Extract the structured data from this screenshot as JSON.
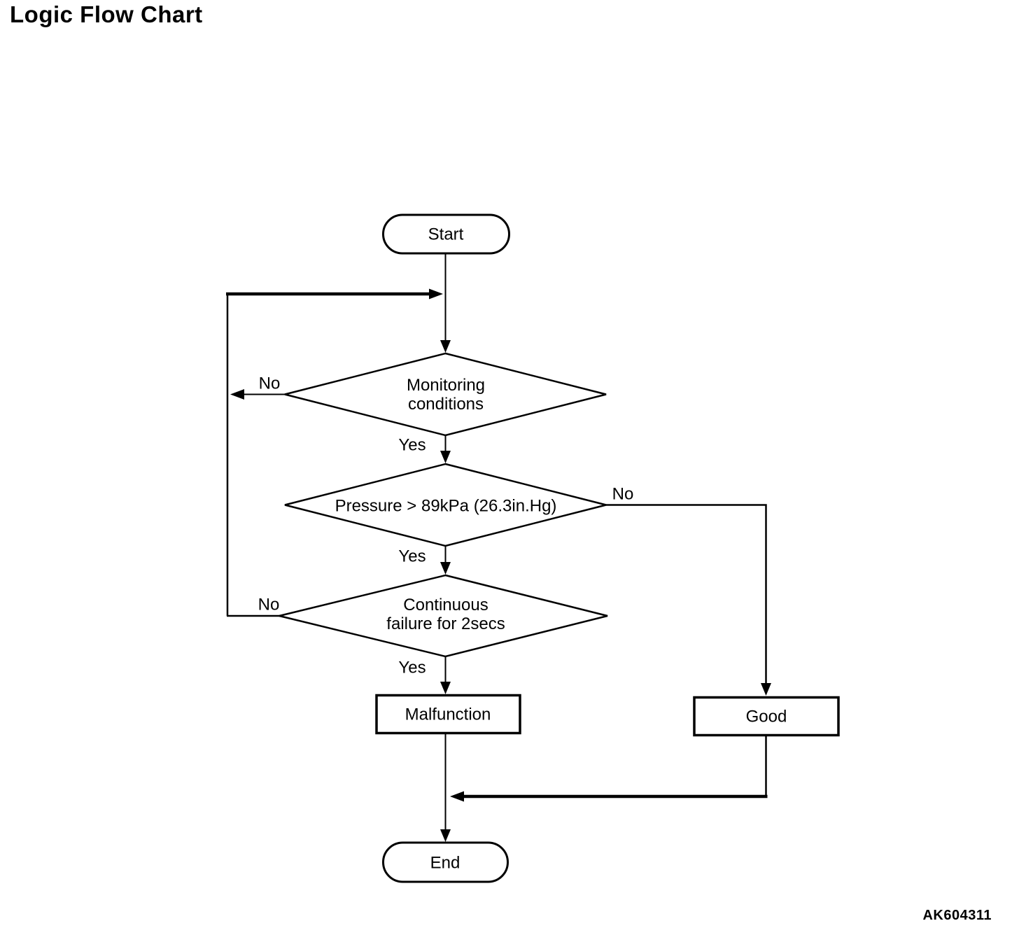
{
  "title": "Logic Flow Chart",
  "figure_code": "AK604311",
  "diagram_type": "flowchart",
  "nodes": {
    "start": {
      "type": "terminator",
      "label": "Start"
    },
    "monitoring": {
      "type": "decision",
      "line1": "Monitoring",
      "line2": "conditions"
    },
    "pressure": {
      "type": "decision",
      "label": "Pressure > 89kPa (26.3in.Hg)"
    },
    "continuous": {
      "type": "decision",
      "line1": "Continuous",
      "line2": "failure for 2secs"
    },
    "malfunction": {
      "type": "process",
      "label": "Malfunction"
    },
    "good": {
      "type": "process",
      "label": "Good"
    },
    "end": {
      "type": "terminator",
      "label": "End"
    }
  },
  "edges": [
    {
      "from": "start",
      "to": "monitoring"
    },
    {
      "from": "monitoring",
      "to": "loop-back-to-monitoring",
      "label": "No"
    },
    {
      "from": "monitoring",
      "to": "pressure",
      "label": "Yes"
    },
    {
      "from": "pressure",
      "to": "good",
      "label": "No"
    },
    {
      "from": "pressure",
      "to": "continuous",
      "label": "Yes"
    },
    {
      "from": "continuous",
      "to": "loop-back-to-monitoring",
      "label": "No"
    },
    {
      "from": "continuous",
      "to": "malfunction",
      "label": "Yes"
    },
    {
      "from": "malfunction",
      "to": "end"
    },
    {
      "from": "good",
      "to": "end"
    }
  ],
  "colors": {
    "line": "#000000",
    "background": "#ffffff"
  }
}
